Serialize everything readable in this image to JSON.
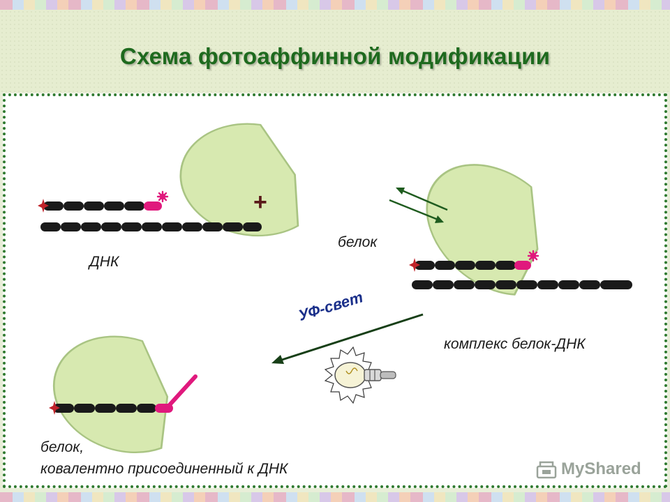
{
  "title": "Схема фотоаффинной модификации",
  "labels": {
    "dna": "ДНК",
    "protein": "белок",
    "complex": "комплекс белок-ДНК",
    "uv_light": "УФ-свет",
    "covalent_line1": "белок,",
    "covalent_line2": "ковалентно присоединенный к ДНК"
  },
  "plus_sign": "+",
  "watermark": "MyShared",
  "colors": {
    "title": "#1e6a1e",
    "protein_fill": "#d7e9b0",
    "protein_stroke": "#a9c483",
    "dna_bead": "#1a1a1a",
    "photo_label": "#e0197d",
    "arrow_equilibrium": "#1f5c1f",
    "arrow_uv": "#173f17",
    "uv_text": "#1a2f8a",
    "panel_border": "#2f7a2f"
  },
  "icons": [
    "star-marker-icon",
    "photo-reactive-burst-icon",
    "light-bulb-icon",
    "watermark-logo-icon"
  ]
}
